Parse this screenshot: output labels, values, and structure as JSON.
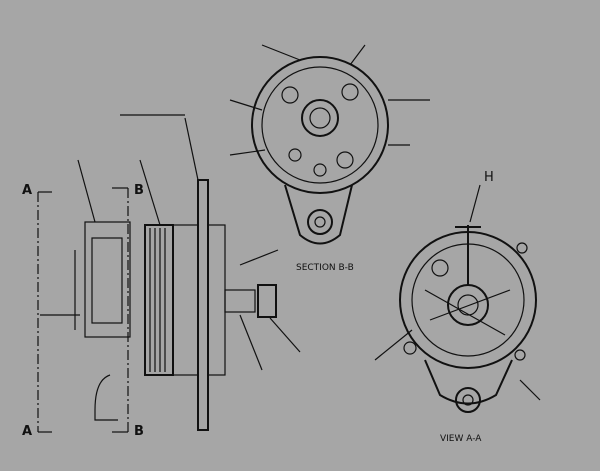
{
  "diagram": {
    "section_markers": {
      "a_top": "A",
      "a_bottom": "A",
      "b_top": "B",
      "b_bottom": "B"
    },
    "callout_h": "H",
    "section_label": "SECTION B-B",
    "view_label": "VIEW A-A"
  },
  "colors": {
    "background": "#a6a6a6",
    "line": "#111111"
  }
}
